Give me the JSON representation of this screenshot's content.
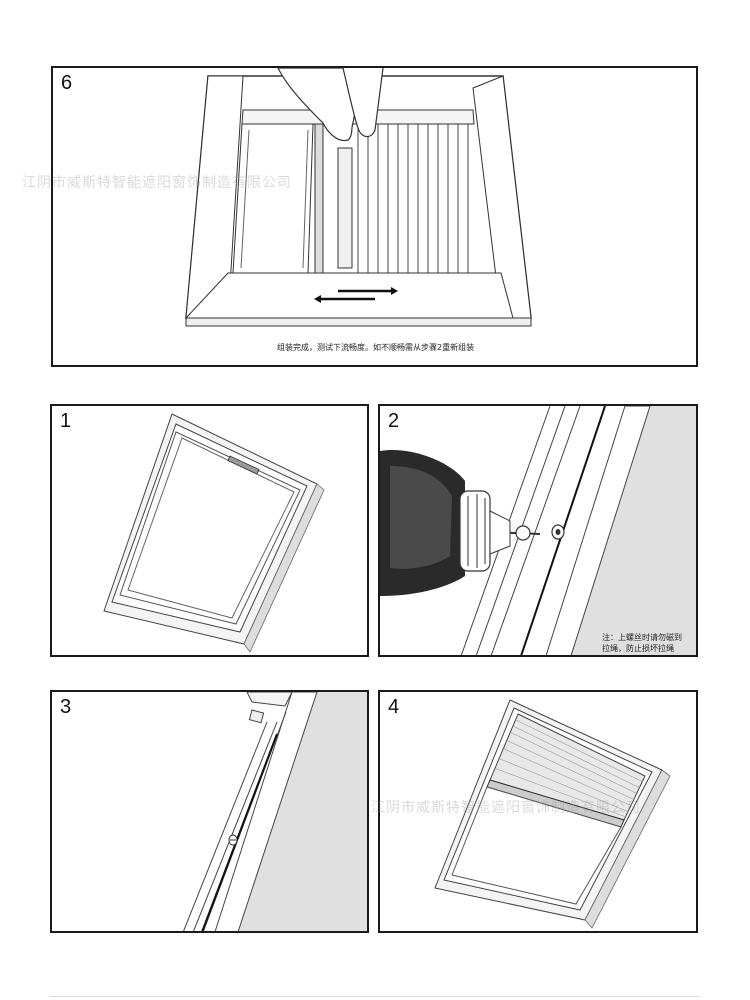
{
  "watermark": "江阴市威斯特智能遮阳窗饰制造有限公司",
  "steps": [
    {
      "number": "6",
      "caption": "组装完成，测试下流畅度。如不顺畅需从步骤2重新组装"
    },
    {
      "number": "1"
    },
    {
      "number": "2",
      "note_line1": "注：上螺丝时请勿磁到",
      "note_line2": "拉绳，防止损坏拉绳"
    },
    {
      "number": "3"
    },
    {
      "number": "4"
    }
  ]
}
